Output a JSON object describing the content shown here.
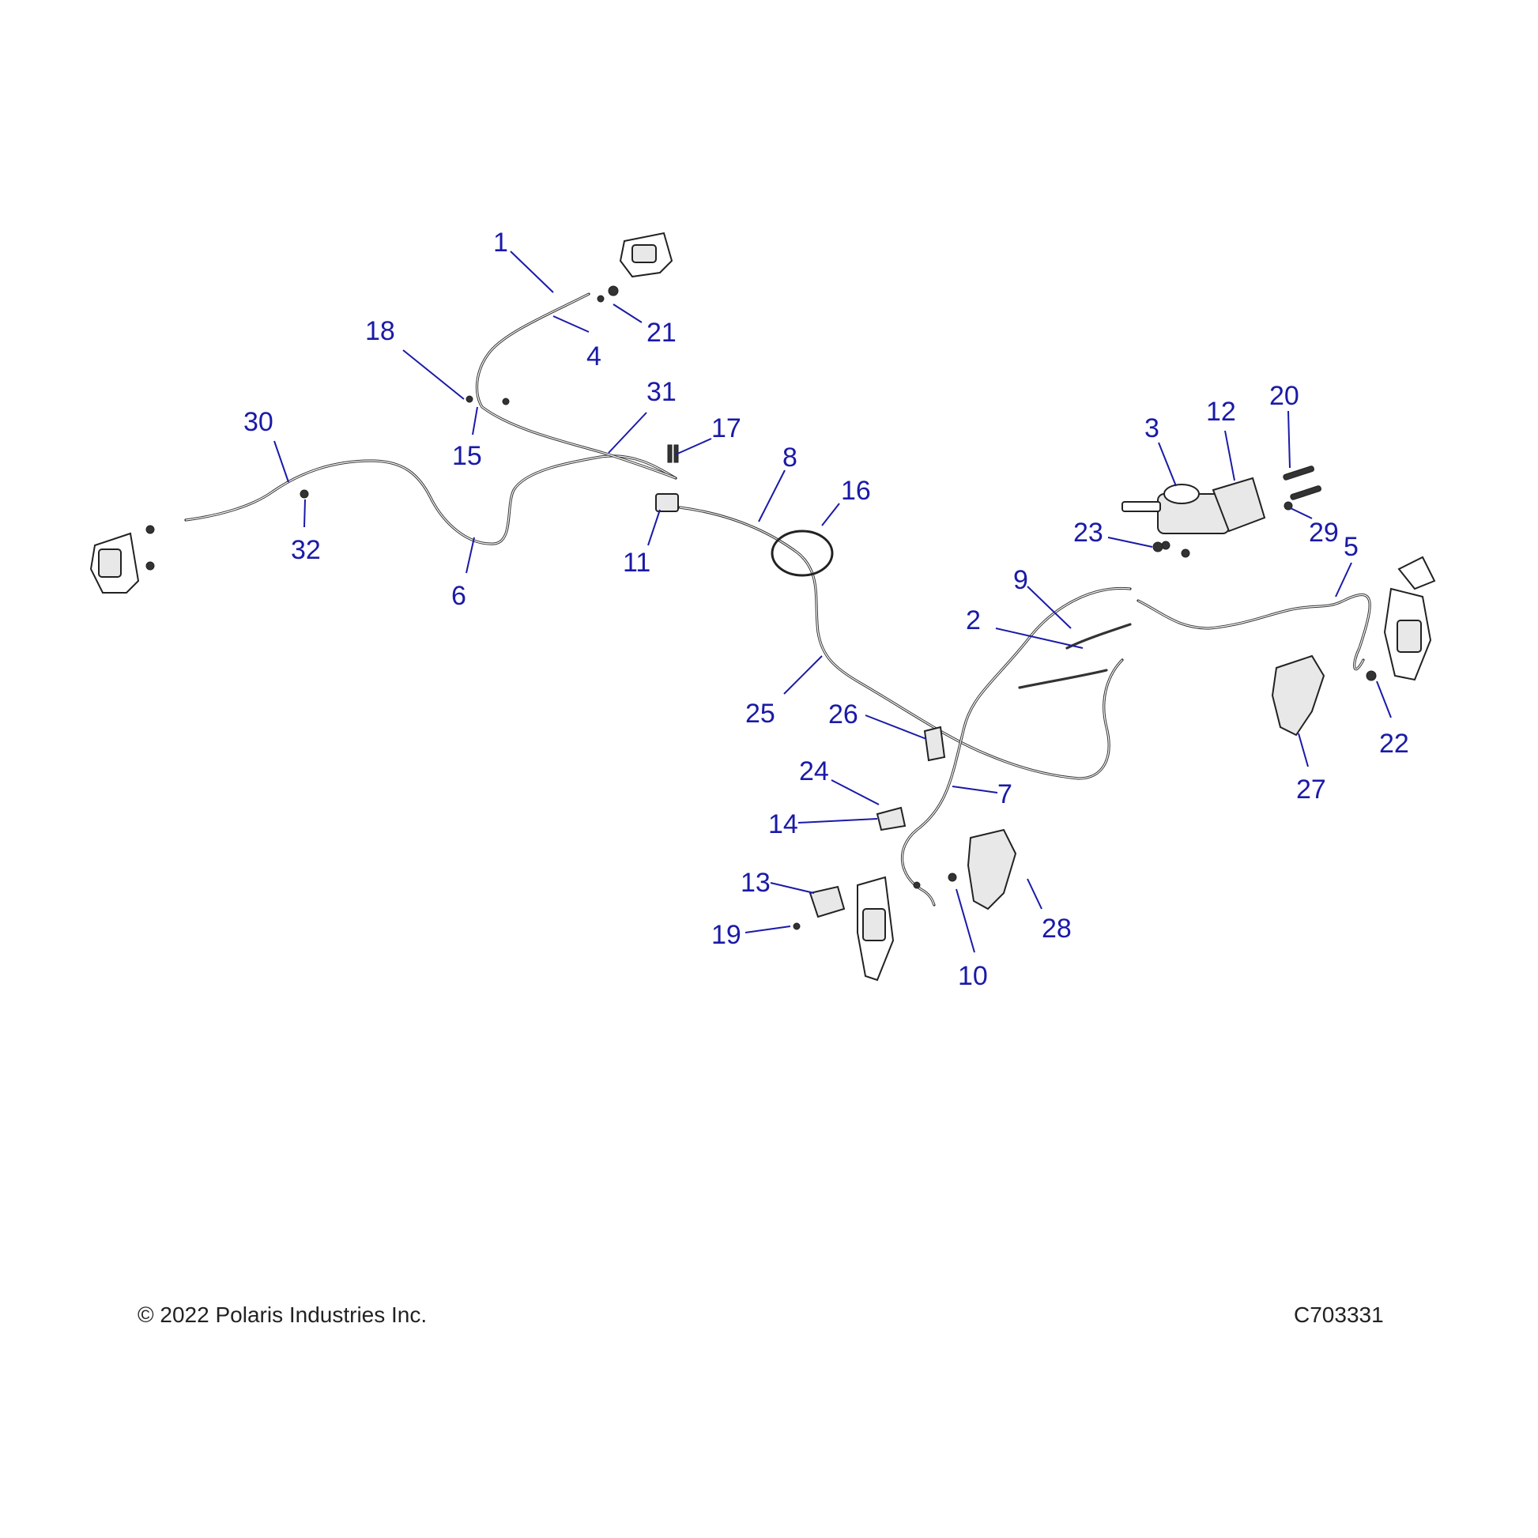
{
  "callouts": [
    {
      "id": "c1",
      "label": "1"
    },
    {
      "id": "c2",
      "label": "2"
    },
    {
      "id": "c3",
      "label": "3"
    },
    {
      "id": "c4",
      "label": "4"
    },
    {
      "id": "c5",
      "label": "5"
    },
    {
      "id": "c6",
      "label": "6"
    },
    {
      "id": "c7",
      "label": "7"
    },
    {
      "id": "c8",
      "label": "8"
    },
    {
      "id": "c9",
      "label": "9"
    },
    {
      "id": "c10",
      "label": "10"
    },
    {
      "id": "c11",
      "label": "11"
    },
    {
      "id": "c12",
      "label": "12"
    },
    {
      "id": "c13",
      "label": "13"
    },
    {
      "id": "c14",
      "label": "14"
    },
    {
      "id": "c15",
      "label": "15"
    },
    {
      "id": "c16",
      "label": "16"
    },
    {
      "id": "c17",
      "label": "17"
    },
    {
      "id": "c18",
      "label": "18"
    },
    {
      "id": "c19",
      "label": "19"
    },
    {
      "id": "c20",
      "label": "20"
    },
    {
      "id": "c21",
      "label": "21"
    },
    {
      "id": "c22",
      "label": "22"
    },
    {
      "id": "c23",
      "label": "23"
    },
    {
      "id": "c24",
      "label": "24"
    },
    {
      "id": "c25",
      "label": "25"
    },
    {
      "id": "c26",
      "label": "26"
    },
    {
      "id": "c27",
      "label": "27"
    },
    {
      "id": "c28",
      "label": "28"
    },
    {
      "id": "c29",
      "label": "29"
    },
    {
      "id": "c30",
      "label": "30"
    },
    {
      "id": "c31",
      "label": "31"
    },
    {
      "id": "c32",
      "label": "32"
    }
  ],
  "footer": {
    "copyright": "© 2022 Polaris Industries Inc.",
    "drawing_id": "C703331"
  },
  "colors": {
    "callout": "#1a1aa8",
    "line": "#333333"
  }
}
